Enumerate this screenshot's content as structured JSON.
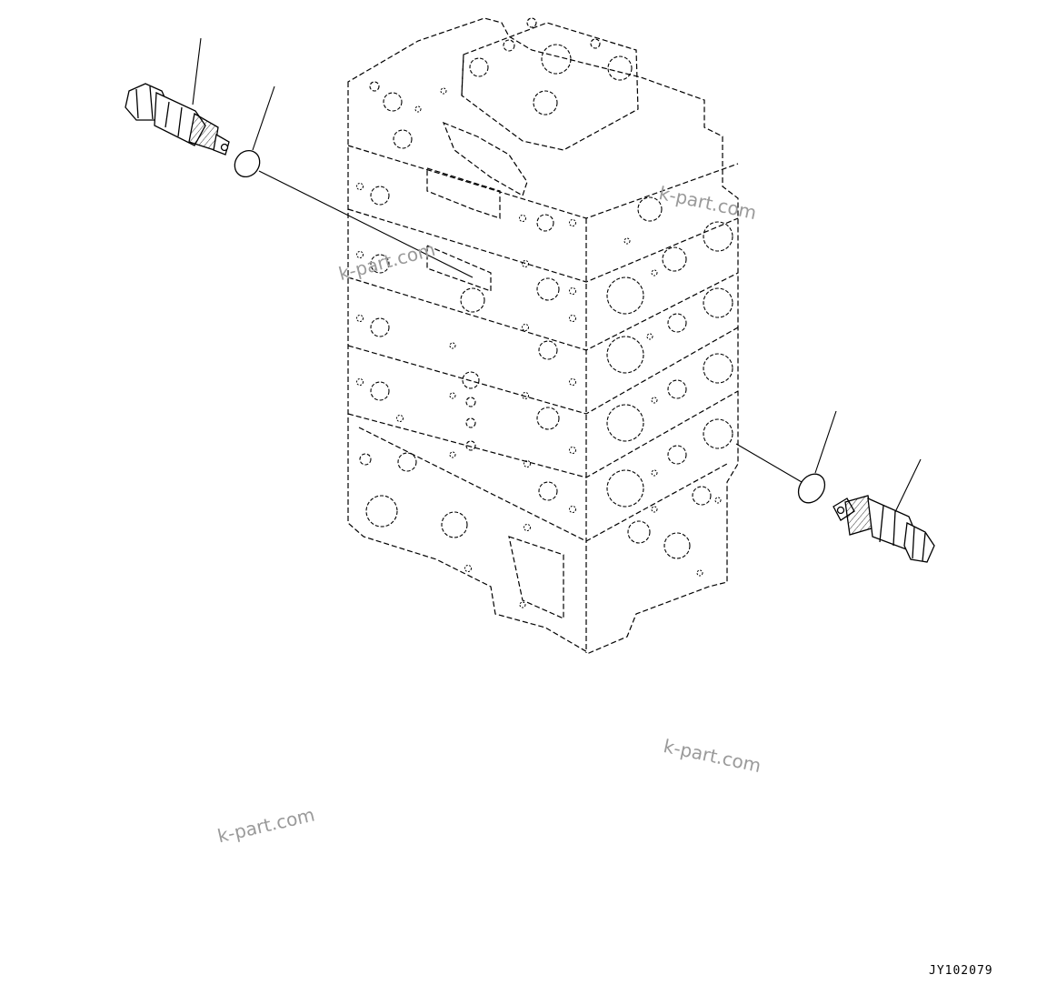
{
  "watermarks": [
    "k-part.com",
    "k-part.com",
    "k-part.com",
    "k-part.com"
  ],
  "drawing_code": "JY102079",
  "colors": {
    "line": "#000000",
    "watermark": "#9a9a9a",
    "background": "#ffffff"
  },
  "parts": {
    "valve_body": "control-valve-block",
    "upper_valve": "relief-valve",
    "upper_ring": "o-ring",
    "lower_valve": "relief-valve",
    "lower_ring": "o-ring"
  }
}
